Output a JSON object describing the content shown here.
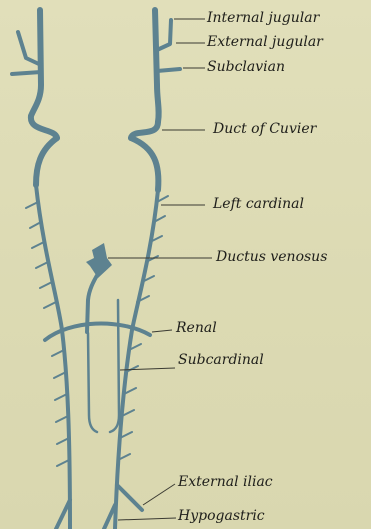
{
  "labels": {
    "internal_jugular": "Internal jugular",
    "external_jugular": "External jugular",
    "subclavian": "Subclavian",
    "duct_of_cuvier": "Duct of Cuvier",
    "left_cardinal": "Left cardinal",
    "ductus_venosus": "Ductus venosus",
    "renal": "Renal",
    "subcardinal": "Subcardinal",
    "external_iliac": "External iliac",
    "hypogastric": "Hypogastric"
  },
  "colors": {
    "vessel": "#5d8290",
    "background": "#dedcb6",
    "text": "#20201c"
  }
}
